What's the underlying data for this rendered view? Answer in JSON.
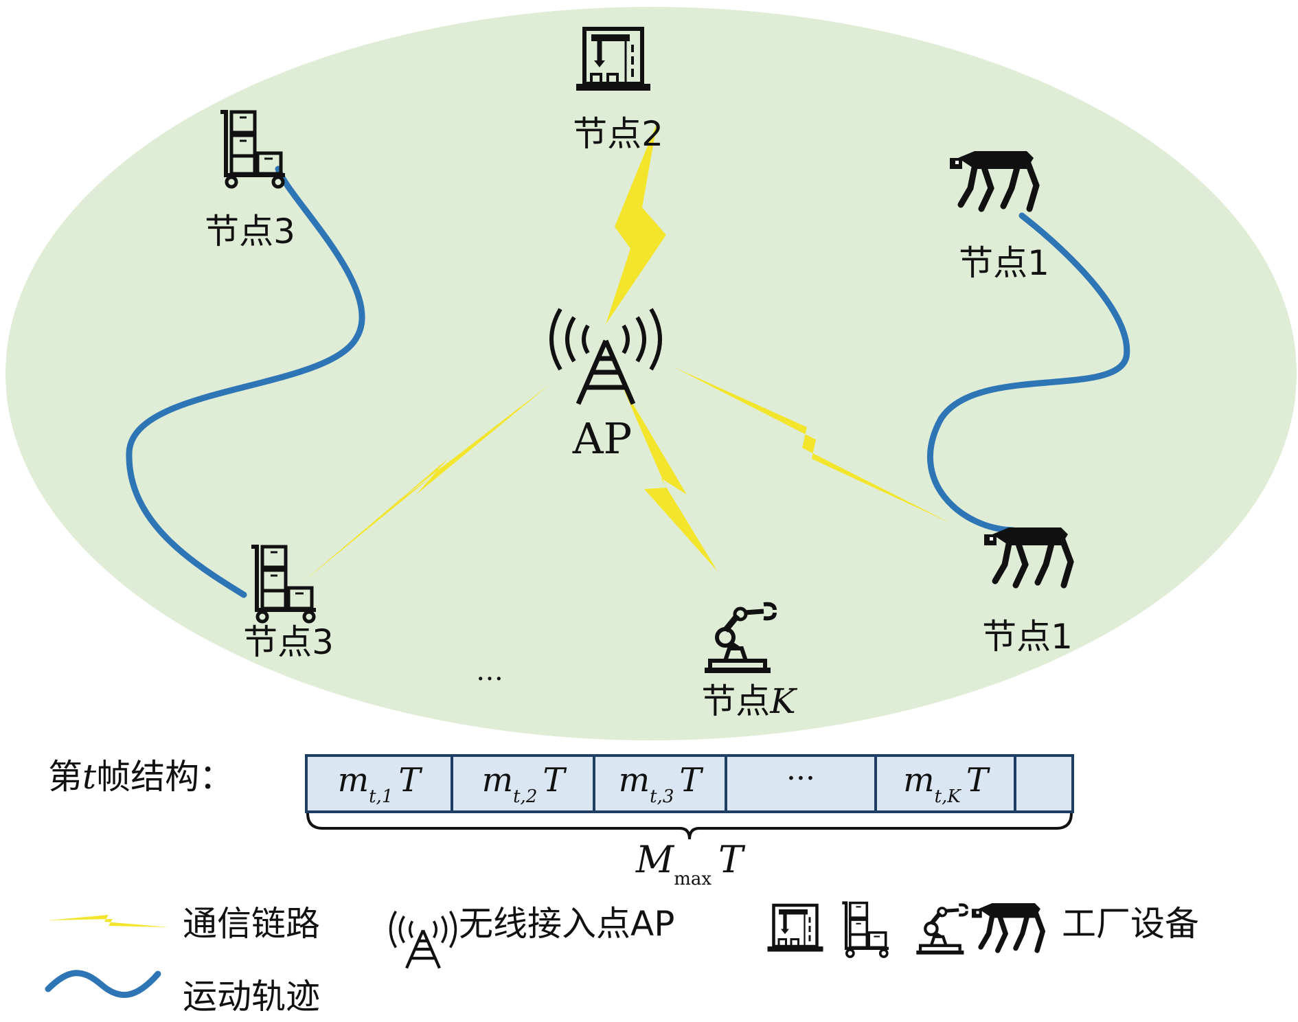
{
  "colors": {
    "coverage_fill": "#e0edd6",
    "link_yellow": "#f3e52c",
    "trajectory_blue": "#2e75b6",
    "frame_fill": "#dae6f2",
    "frame_stroke": "#1f3e63"
  },
  "nodes": {
    "node2_label": "节点2",
    "node3_top_label": "节点3",
    "node1_top_label": "节点1",
    "node3_bottom_label": "节点3",
    "node1_bottom_label": "节点1",
    "nodeK_prefix": "节点",
    "nodeK_var": "K",
    "ellipsis": "…"
  },
  "ap": {
    "label": "AP"
  },
  "frame": {
    "label_prefix": "第",
    "label_var": "t",
    "label_suffix": "帧结构：",
    "slots": [
      {
        "m": "m",
        "sub": "t,1",
        "T": "T"
      },
      {
        "m": "m",
        "sub": "t,2",
        "T": "T"
      },
      {
        "m": "m",
        "sub": "t,3",
        "T": "T"
      },
      {
        "ellipsis": "···"
      },
      {
        "m": "m",
        "sub": "t,K",
        "T": "T"
      }
    ],
    "total_M": "M",
    "total_sub": "max",
    "total_T": "T"
  },
  "legend": {
    "link": "通信链路",
    "ap": "无线接入点AP",
    "devices": "工厂设备",
    "trajectory": "运动轨迹"
  }
}
